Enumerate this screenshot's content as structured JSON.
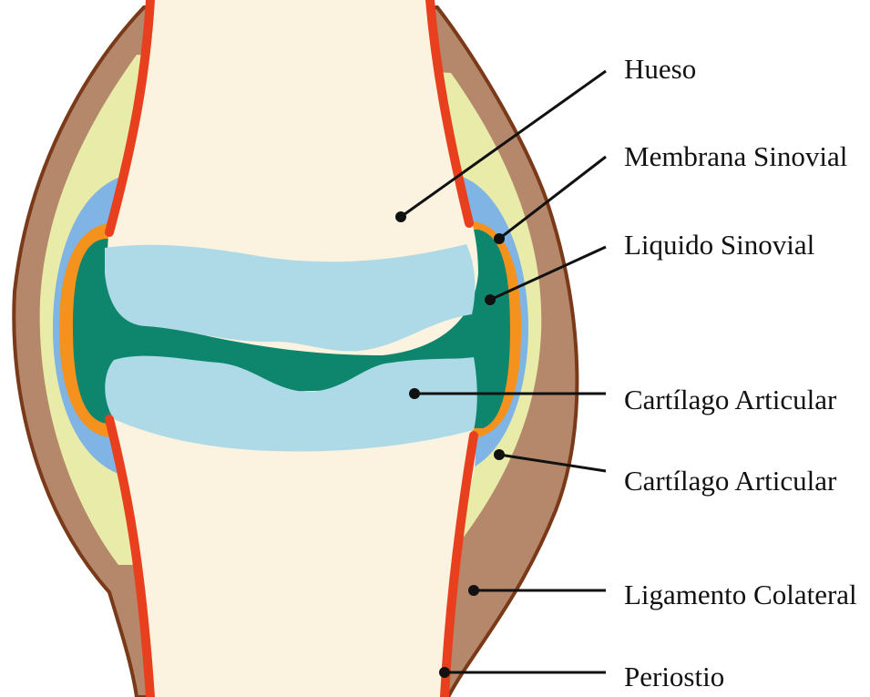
{
  "diagram": {
    "labels": {
      "hueso": "Hueso",
      "membrana_sinovial": "Membrana Sinovial",
      "liquido_sinovial": "Liquido Sinovial",
      "cartilago_articular_1": "Cartílago Articular",
      "cartilago_articular_2": "Cartílago Articular",
      "ligamento_colateral": "Ligamento Colateral",
      "periostio": "Periostio"
    },
    "colors": {
      "bone": "#FBF3E0",
      "periosteum": "#E8401E",
      "ligament": "#B5876B",
      "ligament_edge": "#7A3A1A",
      "fibrous_layer": "#E9ECA8",
      "synovial_membrane": "#7FB4E4",
      "orange_layer": "#F5921E",
      "synovial_fluid": "#0E866E",
      "articular_cartilage": "#ADDAE6",
      "leader": "#111111"
    }
  }
}
